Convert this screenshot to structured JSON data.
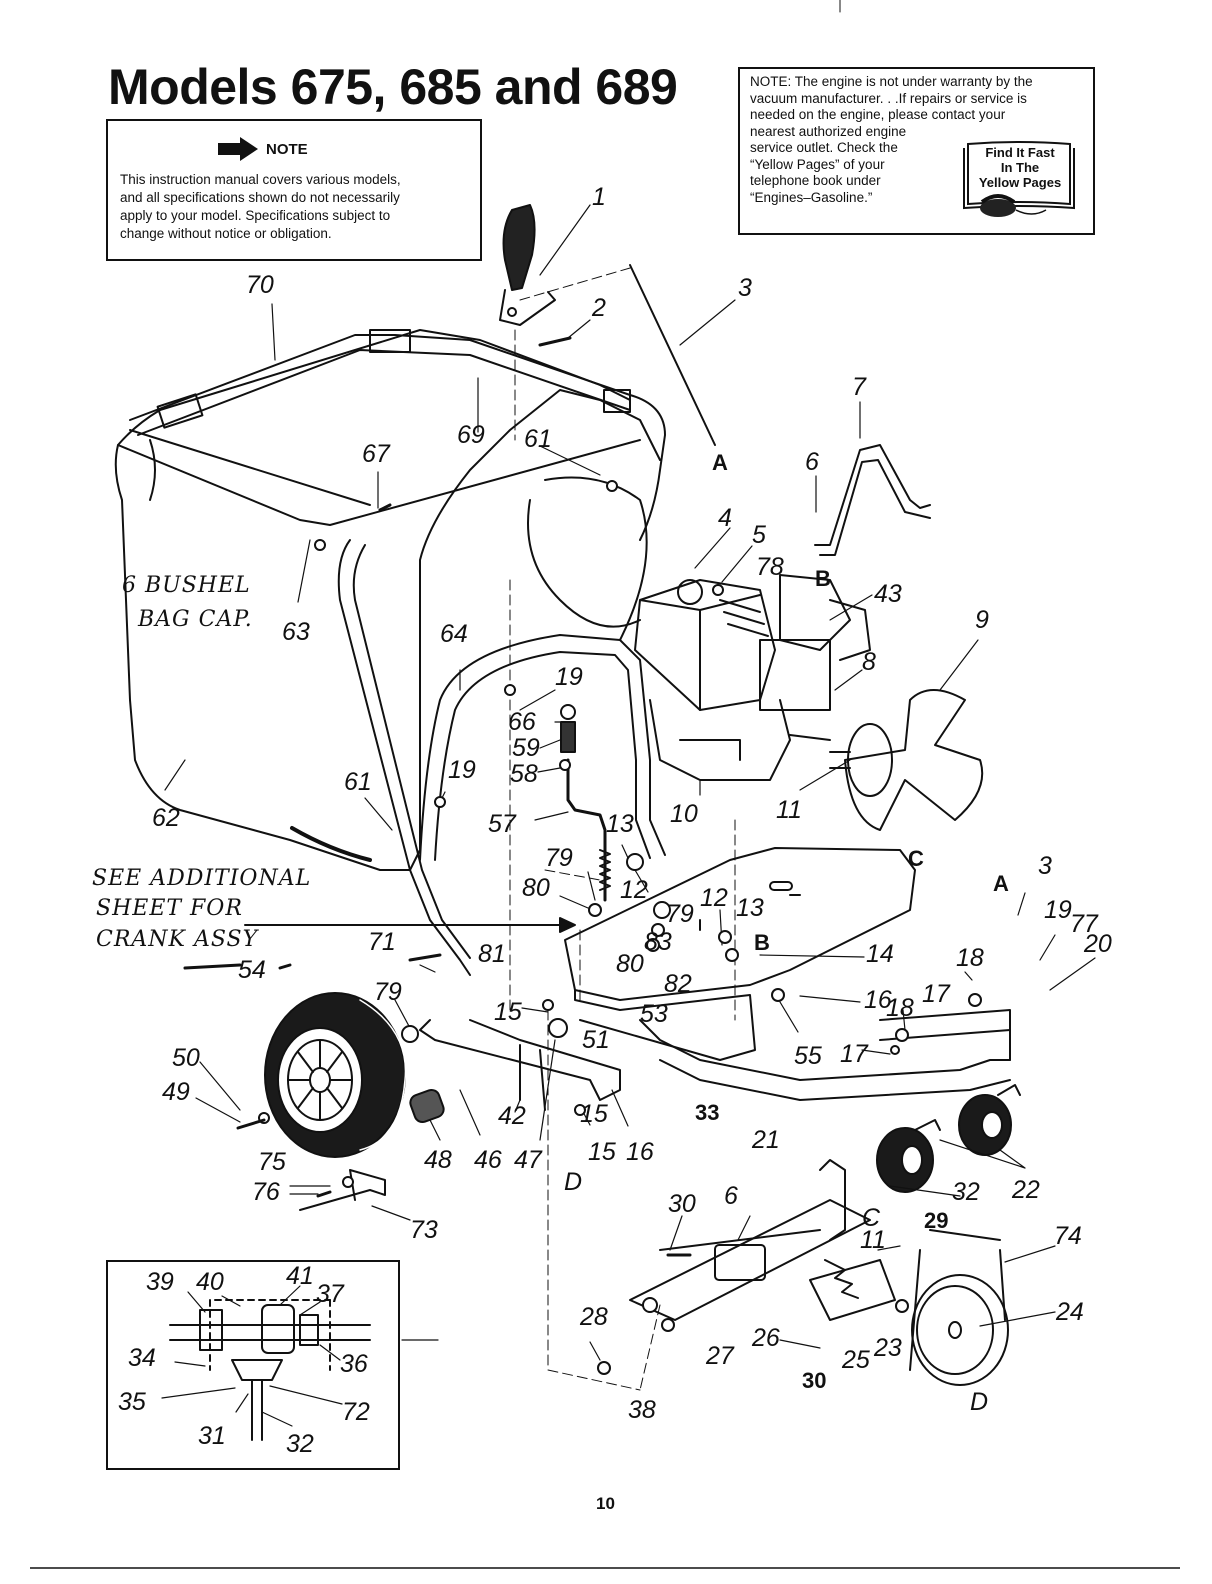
{
  "title": "Models 675, 685 and 689",
  "note": {
    "heading": "NOTE",
    "lines": [
      "This instruction manual covers various models,",
      "and all specifications shown do not necessarily",
      "apply to your model. Specifications subject to",
      "change without notice or obligation."
    ]
  },
  "warranty": {
    "full_lines": [
      "NOTE: The engine is not under warranty by the",
      "vacuum manufacturer. . .If repairs or service is",
      "needed on the engine, please contact your"
    ],
    "narrow_lines": [
      "nearest authorized engine",
      "service outlet. Check the",
      "“Yellow Pages” of your",
      "telephone book under",
      "“Engines–Gasoline.”"
    ],
    "findit_lines": [
      "Find It Fast",
      "In The",
      "Yellow Pages"
    ]
  },
  "handwritten": {
    "bag_capacity": [
      "6 BUSHEL",
      "BAG CAP."
    ],
    "crank_note": [
      "SEE ADDITIONAL",
      "SHEET FOR",
      "CRANK ASSY"
    ]
  },
  "part_labels": [
    "1",
    "2",
    "3",
    "A",
    "7",
    "6",
    "B",
    "4",
    "5",
    "78",
    "43",
    "9",
    "8",
    "70",
    "69",
    "61",
    "67",
    "63",
    "64",
    "19",
    "66",
    "59",
    "58",
    "19",
    "61",
    "62",
    "57",
    "10",
    "11",
    "13",
    "79",
    "80",
    "12",
    "12",
    "79",
    "13",
    "83",
    "80",
    "82",
    "B",
    "C",
    "14",
    "A",
    "3",
    "19",
    "77",
    "20",
    "18",
    "17",
    "18",
    "17",
    "15",
    "15",
    "16",
    "55",
    "71",
    "81",
    "53",
    "54",
    "79",
    "51",
    "50",
    "49",
    "48",
    "46",
    "47",
    "42",
    "16",
    "15",
    "D",
    "33",
    "21",
    "22",
    "32",
    "6",
    "30",
    "C",
    "29",
    "11",
    "74",
    "75",
    "76",
    "73",
    "28",
    "27",
    "26",
    "25",
    "23",
    "24",
    "D",
    "30",
    "38",
    "39",
    "40",
    "41",
    "37",
    "34",
    "36",
    "35",
    "72",
    "31",
    "32"
  ],
  "page_number": "10",
  "colors": {
    "ink": "#111111",
    "paper": "#ffffff"
  }
}
